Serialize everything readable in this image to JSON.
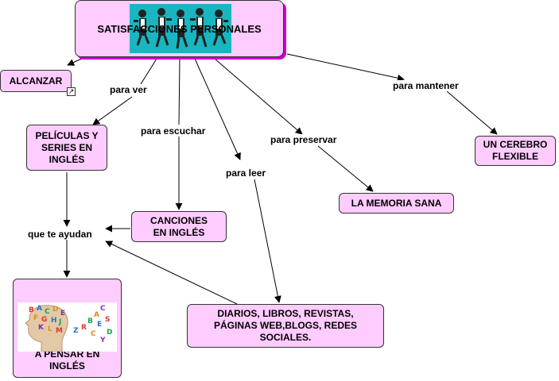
{
  "nodes": {
    "main": "SATISFACCIONES PERSONALES",
    "alcanzar": "ALCANZAR",
    "peliculas": "PELÍCULAS Y SERIES EN INGLÉS",
    "canciones": "CANCIONES EN INGLÉS",
    "diarios": "DIARIOS, LIBROS, REVISTAS, PÁGINAS WEB,BLOGS, REDES SOCIALES.",
    "pensar": "A PENSAR EN INGLÉS",
    "memoria": "LA MEMORIA SANA",
    "cerebro": "UN CEREBRO FLEXIBLE"
  },
  "links": {
    "para_ver": "para ver",
    "para_escuchar": "para escuchar",
    "para_leer": "para leer",
    "para_preservar": "para preservar",
    "para_mantener": "para mantener",
    "que_te_ayudan": "que te ayudan"
  },
  "colors": {
    "node_fill": "#ffccff",
    "node_border": "#333333",
    "main_shadow": "#cc00cc",
    "edge": "#000000"
  },
  "icons": {
    "alcanzar_link": "external-link-icon",
    "main_image": "jumping-people-photo",
    "pensar_image": "head-with-letters-illustration"
  }
}
